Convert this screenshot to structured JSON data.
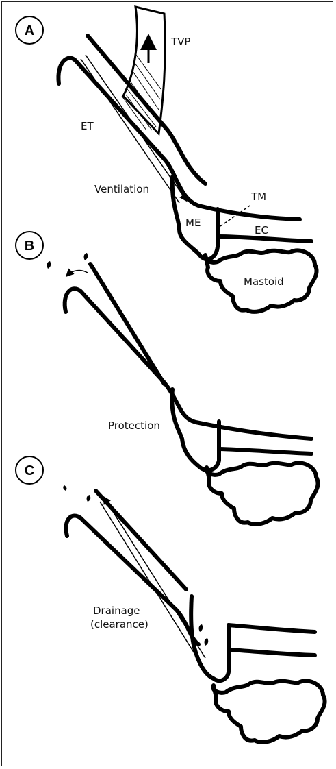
{
  "panels": [
    {
      "letter": "A",
      "labels": {
        "tvp": "TVP",
        "et": "ET",
        "function": "Ventilation",
        "tm": "TM",
        "me": "ME",
        "ec": "EC",
        "mastoid": "Mastoid"
      }
    },
    {
      "letter": "B",
      "labels": {
        "function": "Protection"
      }
    },
    {
      "letter": "C",
      "labels": {
        "function_line1": "Drainage",
        "function_line2": "(clearance)"
      }
    }
  ],
  "colors": {
    "ink": "#000000",
    "background": "#ffffff",
    "border": "#222222"
  }
}
